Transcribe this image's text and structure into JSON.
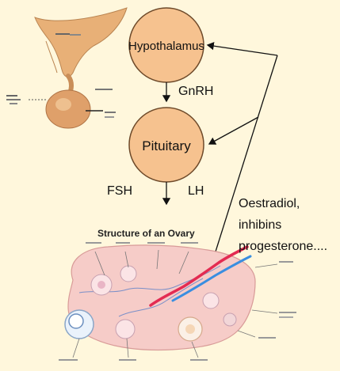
{
  "nodes": {
    "hypothalamus": "Hypothalamus",
    "pituitary": "Pituitary"
  },
  "hormones": {
    "gnrh": "GnRH",
    "fsh": "FSH",
    "lh": "LH"
  },
  "feedback": {
    "line1": "Oestradiol,",
    "line2": "inhibins",
    "line3": "progesterone...."
  },
  "ovary": {
    "title": "Structure of an Ovary"
  },
  "colors": {
    "background": "#fff7dc",
    "node_fill": "#f6c28f",
    "node_stroke": "#6e4a2a",
    "tissue_fill": "#f6ccc8",
    "vessel_red": "#e32b52",
    "vessel_blue": "#3a8ee0"
  }
}
